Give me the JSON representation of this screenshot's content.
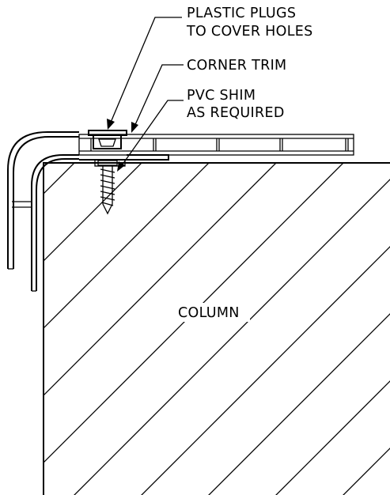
{
  "callouts": {
    "plugs_line1": "PLASTIC PLUGS",
    "plugs_line2": "TO COVER HOLES",
    "corner_trim": "CORNER TRIM",
    "shim_line1": "PVC SHIM",
    "shim_line2": "AS REQUIRED"
  },
  "column_label": "COLUMN",
  "colors": {
    "line": "#000000",
    "background": "#ffffff"
  }
}
